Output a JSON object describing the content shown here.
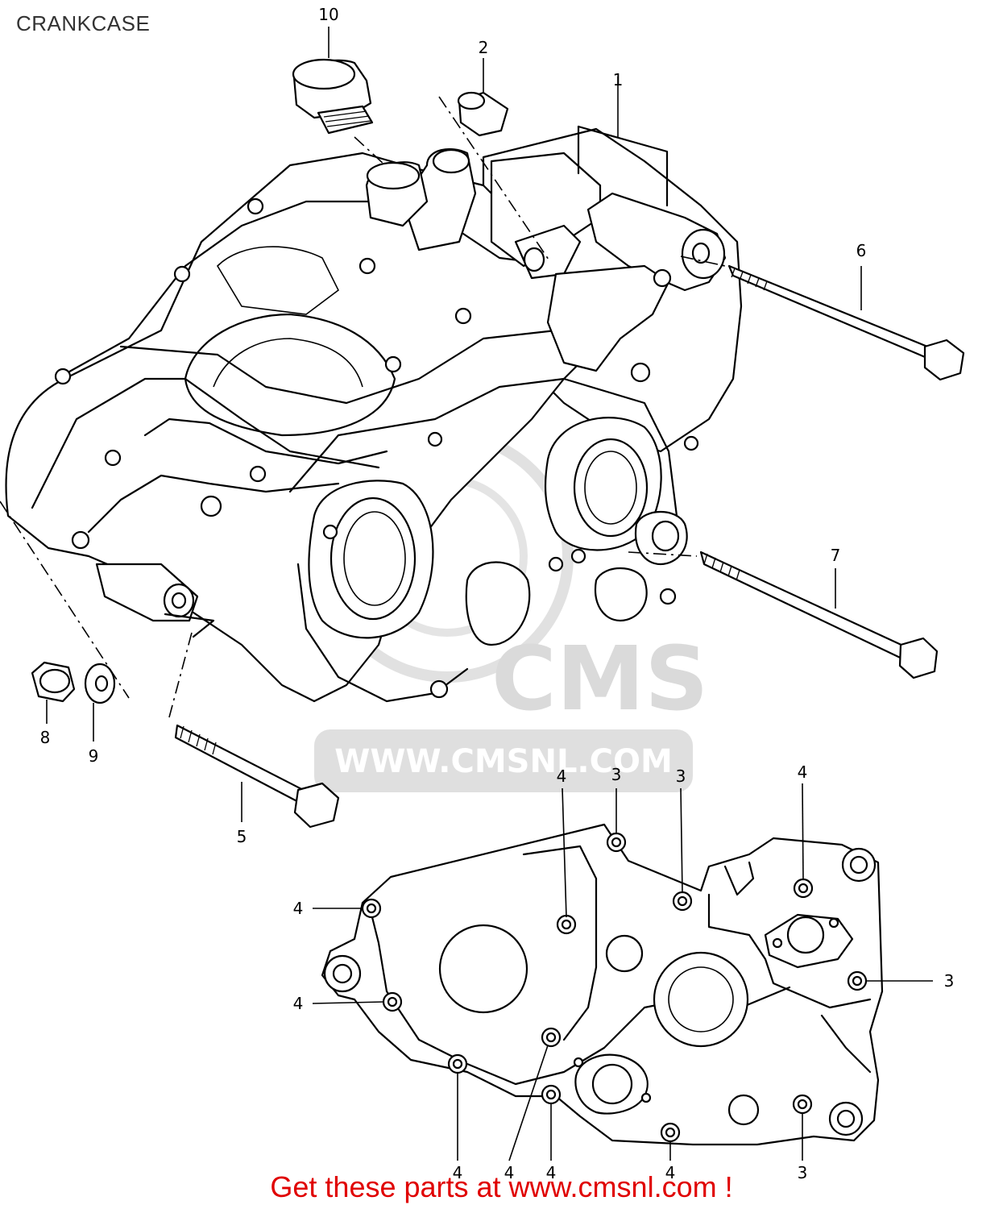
{
  "title": "CRANKCASE",
  "watermark": {
    "brand": "CMS",
    "url": "WWW.CMSNL.COM"
  },
  "footer": "Get these parts at www.cmsnl.com !",
  "callouts": {
    "c10": "10",
    "c2": "2",
    "c1": "1",
    "c6": "6",
    "c7": "7",
    "c8": "8",
    "c9": "9",
    "c5": "5",
    "c4a": "4",
    "c3a": "3",
    "c3b": "3",
    "c4b": "4",
    "c4c": "4",
    "c4d": "4",
    "c3c": "3",
    "c4e": "4",
    "c4f": "4",
    "c4g": "4",
    "c4h": "4",
    "c3d": "3"
  }
}
